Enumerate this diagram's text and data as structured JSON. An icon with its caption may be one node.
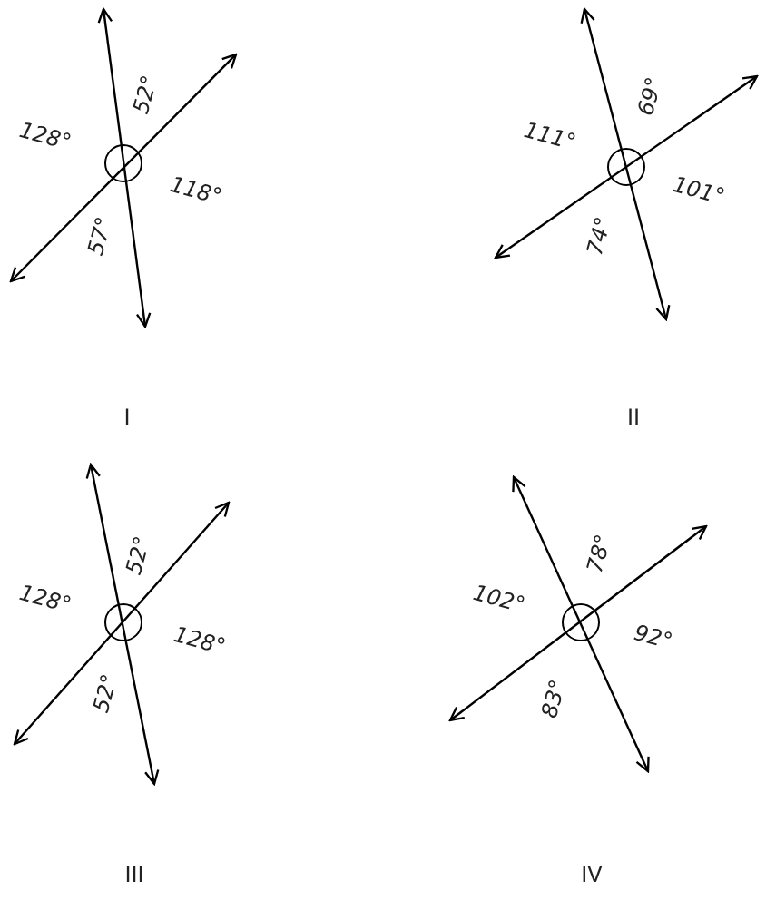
{
  "diagram": {
    "labels": [
      "52°",
      "128°",
      "118°",
      "57°",
      "I",
      "69°",
      "111°",
      "101°",
      "74°",
      "II",
      "52°",
      "128°",
      "128°",
      "52°",
      "III",
      "78°",
      "102°",
      "92°",
      "83°",
      "IV"
    ]
  }
}
